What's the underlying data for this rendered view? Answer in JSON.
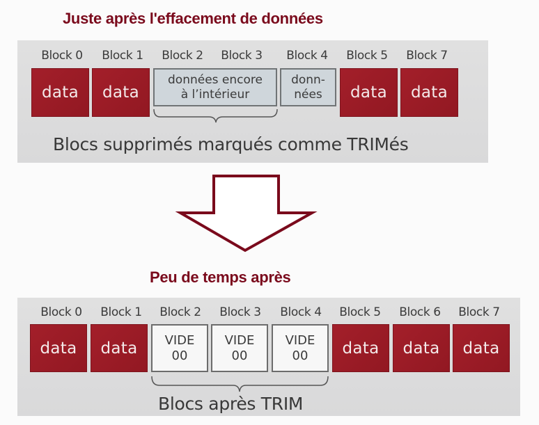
{
  "before": {
    "heading": "Juste après l'effacement de données",
    "labels": [
      "Block 0",
      "Block 1",
      "Block 2",
      "Block 3",
      "Block 4",
      "Block 5",
      "Block 7"
    ],
    "blocks": [
      {
        "id": "block-0",
        "text": "data",
        "state": "data"
      },
      {
        "id": "block-1",
        "text": "data",
        "state": "data"
      },
      {
        "id": "block-2-3",
        "line1": "données encore",
        "line2": "à l’intérieur",
        "state": "trim-marked"
      },
      {
        "id": "block-4",
        "line1": "donn-",
        "line2": "nées",
        "state": "trim-marked"
      },
      {
        "id": "block-5",
        "text": "data",
        "state": "data"
      },
      {
        "id": "block-7",
        "text": "data",
        "state": "data"
      }
    ],
    "caption": "Blocs supprimés marqués comme TRIMés"
  },
  "arrow": {
    "direction": "down",
    "color": "#7a0a1c"
  },
  "after": {
    "heading": "Peu de temps après",
    "labels": [
      "Block 0",
      "Block 1",
      "Block 2",
      "Block 3",
      "Block 4",
      "Block 5",
      "Block 6",
      "Block 7"
    ],
    "blocks": [
      {
        "id": "block-0",
        "text": "data",
        "state": "data"
      },
      {
        "id": "block-1",
        "text": "data",
        "state": "data"
      },
      {
        "id": "block-2",
        "line1": "VIDE",
        "line2": "00",
        "state": "empty"
      },
      {
        "id": "block-3",
        "line1": "VIDE",
        "line2": "00",
        "state": "empty"
      },
      {
        "id": "block-4",
        "line1": "VIDE",
        "line2": "00",
        "state": "empty"
      },
      {
        "id": "block-5",
        "text": "data",
        "state": "data"
      },
      {
        "id": "block-6",
        "text": "data",
        "state": "data"
      },
      {
        "id": "block-7",
        "text": "data",
        "state": "data"
      }
    ],
    "caption": "Blocs après TRIM"
  },
  "colors": {
    "data_block": "#9a1a24",
    "trim_marked_block": "#cfd6db",
    "empty_block": "#f7f7f7",
    "panel": "#dcdcdc",
    "heading": "#7a0a1c"
  }
}
